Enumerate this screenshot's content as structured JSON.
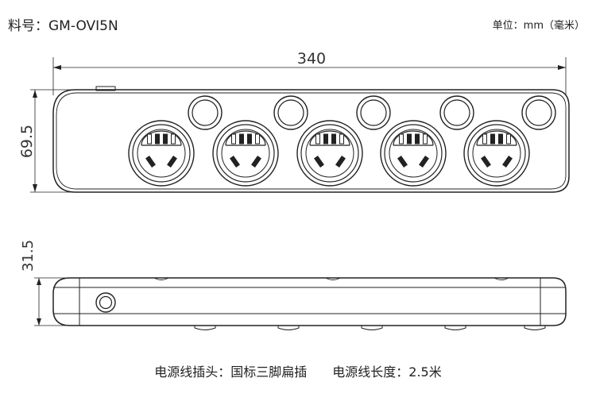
{
  "header": {
    "model_label": "料号：GM-OVI5N",
    "unit_label": "单位：mm（毫米）"
  },
  "dimensions": {
    "length": "340",
    "height": "69.5",
    "thickness": "31.5"
  },
  "footer": {
    "spec_text": "电源线插头：国标三脚扁插　　电源线长度：2.5米"
  },
  "diagram": {
    "socket_count": 5,
    "switch_count": 5,
    "line_color": "#222222"
  }
}
